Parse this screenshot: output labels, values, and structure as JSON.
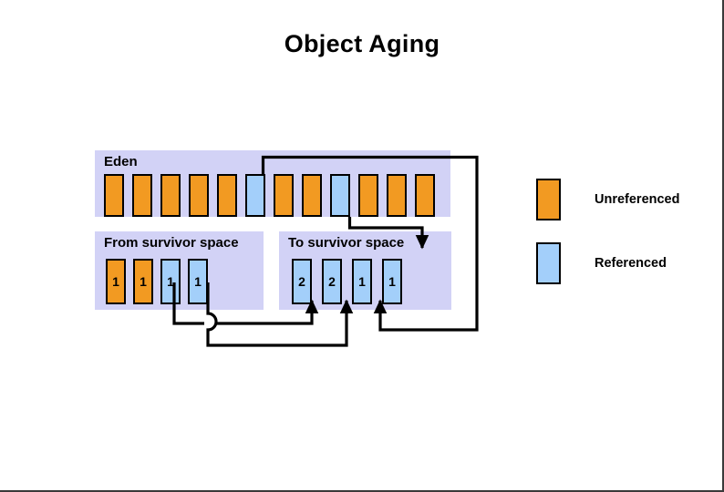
{
  "title": "Object Aging",
  "colors": {
    "unreferenced": "#f29a22",
    "referenced": "#a3cffa",
    "region_background": "#d2d2f6",
    "outline": "#000000",
    "page_background": "#ffffff"
  },
  "regions": {
    "eden": {
      "label": "Eden",
      "blocks": [
        {
          "state": "unreferenced",
          "age": ""
        },
        {
          "state": "unreferenced",
          "age": ""
        },
        {
          "state": "unreferenced",
          "age": ""
        },
        {
          "state": "unreferenced",
          "age": ""
        },
        {
          "state": "unreferenced",
          "age": ""
        },
        {
          "state": "referenced",
          "age": ""
        },
        {
          "state": "unreferenced",
          "age": ""
        },
        {
          "state": "unreferenced",
          "age": ""
        },
        {
          "state": "referenced",
          "age": ""
        },
        {
          "state": "unreferenced",
          "age": ""
        },
        {
          "state": "unreferenced",
          "age": ""
        },
        {
          "state": "unreferenced",
          "age": ""
        }
      ]
    },
    "from_survivor": {
      "label": "From survivor  space",
      "blocks": [
        {
          "state": "unreferenced",
          "age": "1"
        },
        {
          "state": "unreferenced",
          "age": "1"
        },
        {
          "state": "referenced",
          "age": "1"
        },
        {
          "state": "referenced",
          "age": "1"
        }
      ]
    },
    "to_survivor": {
      "label": "To survivor  space",
      "blocks": [
        {
          "state": "referenced",
          "age": "2"
        },
        {
          "state": "referenced",
          "age": "2"
        },
        {
          "state": "referenced",
          "age": "1"
        },
        {
          "state": "referenced",
          "age": "1"
        }
      ]
    }
  },
  "legend": {
    "items": [
      {
        "state": "unreferenced",
        "label": "Unreferenced"
      },
      {
        "state": "referenced",
        "label": "Referenced"
      }
    ]
  },
  "connectors": [
    {
      "name": "from-survivor-block3-to-to-survivor-block1",
      "description": "From survivor space referenced block 1 moves to To survivor space, aged to 2"
    },
    {
      "name": "from-survivor-block4-to-to-survivor-block2",
      "description": "From survivor space referenced block 1 moves to To survivor space, aged to 2"
    },
    {
      "name": "eden-block6-to-to-survivor-block3",
      "description": "Eden referenced object promoted to To survivor space with age 1"
    },
    {
      "name": "eden-block9-to-to-survivor-block4",
      "description": "Eden referenced object promoted to To survivor space with age 1"
    }
  ]
}
